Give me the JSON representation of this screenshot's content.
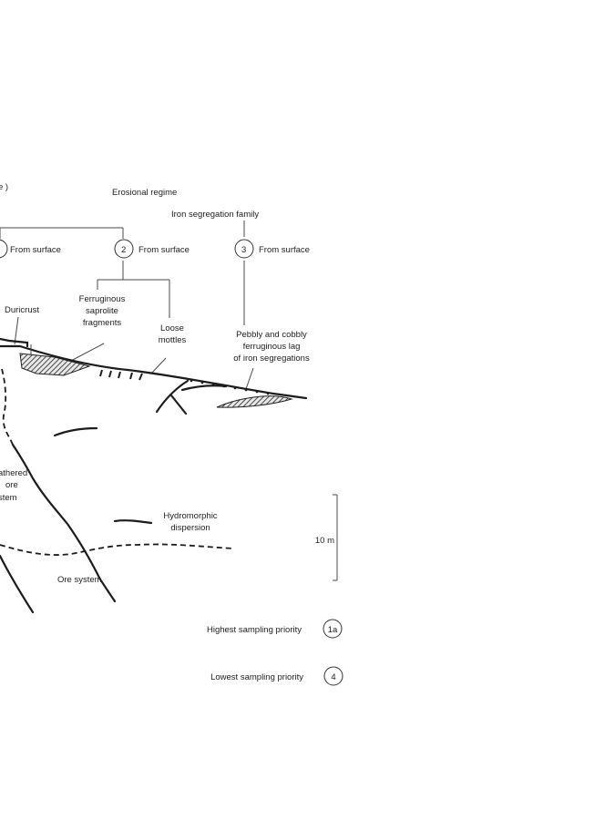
{
  "partial_title": "e )",
  "regime_title": "Erosional regime",
  "family_title": "Iron segregation family",
  "options": [
    {
      "num": "",
      "text": "From surface"
    },
    {
      "num": "2",
      "text": "From surface"
    },
    {
      "num": "3",
      "text": "From surface"
    }
  ],
  "labels": {
    "duricrust": "Duricrust",
    "ferruginous": [
      "Ferruginous",
      "saprolite",
      "fragments"
    ],
    "loose": [
      "Loose",
      "mottles"
    ],
    "pebbly": [
      "Pebbly and cobbly",
      "ferruginous lag",
      "of iron segregations"
    ],
    "weathered": [
      "athered",
      "ore",
      "stem"
    ],
    "hydromorphic": [
      "Hydromorphic",
      "dispersion"
    ],
    "ore_system": "Ore system",
    "scale": "10 m"
  },
  "legend": [
    {
      "text": "Highest sampling priority",
      "badge": "1a"
    },
    {
      "text": "Lowest sampling priority",
      "badge": "4"
    }
  ]
}
